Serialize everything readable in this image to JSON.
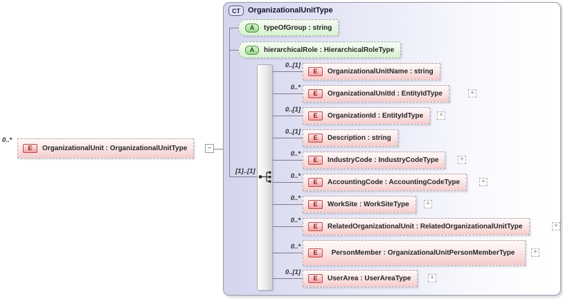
{
  "icons": {
    "plus": "+",
    "minus": "−"
  },
  "colors": {
    "container_lavender": "#d4d4ee",
    "element_pink": "#f6cbcb",
    "attribute_green": "#d7f1d1",
    "element_badge_border": "#b94a48",
    "attribute_badge_border": "#4c8f45",
    "connector_gray": "#7d7d86"
  },
  "root_element": {
    "cardinality": "0..*",
    "badge": "E",
    "label": "OrganizationalUnit : OrganizationalUnitType"
  },
  "complex_type": {
    "badge": "CT",
    "title": "OrganizationalUnitType",
    "attributes": [
      {
        "badge": "A",
        "label": "typeOfGroup : string"
      },
      {
        "badge": "A",
        "label": "hierarchicalRole : HierarchicalRoleType"
      }
    ],
    "sequence": {
      "cardinality": "[1]..[1]"
    },
    "elements": [
      {
        "cardinality": "0..[1]",
        "badge": "E",
        "label": "OrganizationalUnitName : string"
      },
      {
        "cardinality": "0..*",
        "badge": "E",
        "label": "OrganizationalUnitId : EntityIdType"
      },
      {
        "cardinality": "0..[1]",
        "badge": "E",
        "label": "OrganizationId : EntityIdType"
      },
      {
        "cardinality": "0..[1]",
        "badge": "E",
        "label": "Description : string"
      },
      {
        "cardinality": "0..*",
        "badge": "E",
        "label": "IndustryCode : IndustryCodeType"
      },
      {
        "cardinality": "0..*",
        "badge": "E",
        "label": "AccountingCode : AccountingCodeType"
      },
      {
        "cardinality": "0..*",
        "badge": "E",
        "label": "WorkSite : WorkSiteType"
      },
      {
        "cardinality": "0..*",
        "badge": "E",
        "label": "RelatedOrganizationalUnit : RelatedOrganizationalUnitType"
      },
      {
        "cardinality": "0..*",
        "badge": "E",
        "label": "PersonMember : OrganizationalUnitPersonMemberType"
      },
      {
        "cardinality": "0..[1]",
        "badge": "E",
        "label": "UserArea : UserAreaType"
      }
    ]
  }
}
